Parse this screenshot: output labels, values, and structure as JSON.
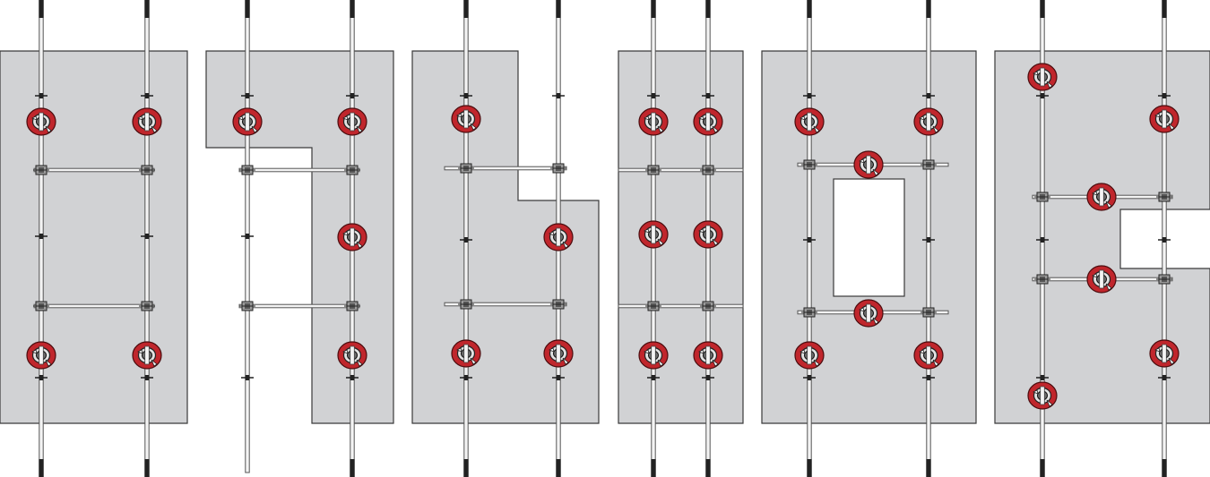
{
  "colors": {
    "panel": "#d1d2d4",
    "outline": "#3a3a3a",
    "anchor": "#c0262c",
    "rod": "#555555",
    "rod_end": "#222222"
  },
  "icons": {
    "anchor": "lifting-anchor-icon",
    "clamp": "rod-clamp-icon",
    "tick": "rod-marker-icon"
  },
  "configurations": [
    {
      "id": "rectangular-panel",
      "vertical_rods": 2,
      "horizontal_braces": 2,
      "lifting_anchors": 4,
      "openings": 0
    },
    {
      "id": "l-shaped-panel",
      "vertical_rods": 2,
      "horizontal_braces": 2,
      "lifting_anchors": 4,
      "openings": 0
    },
    {
      "id": "stepped-panel",
      "vertical_rods": 2,
      "horizontal_braces": 2,
      "lifting_anchors": 4,
      "openings": 0
    },
    {
      "id": "narrow-panel",
      "vertical_rods": 2,
      "horizontal_braces": 2,
      "lifting_anchors": 6,
      "openings": 0
    },
    {
      "id": "panel-with-window-opening",
      "vertical_rods": 2,
      "horizontal_braces": 2,
      "lifting_anchors": 6,
      "openings": 1
    },
    {
      "id": "panel-with-side-notch",
      "vertical_rods": 2,
      "horizontal_braces": 2,
      "lifting_anchors": 6,
      "openings": 1
    }
  ]
}
